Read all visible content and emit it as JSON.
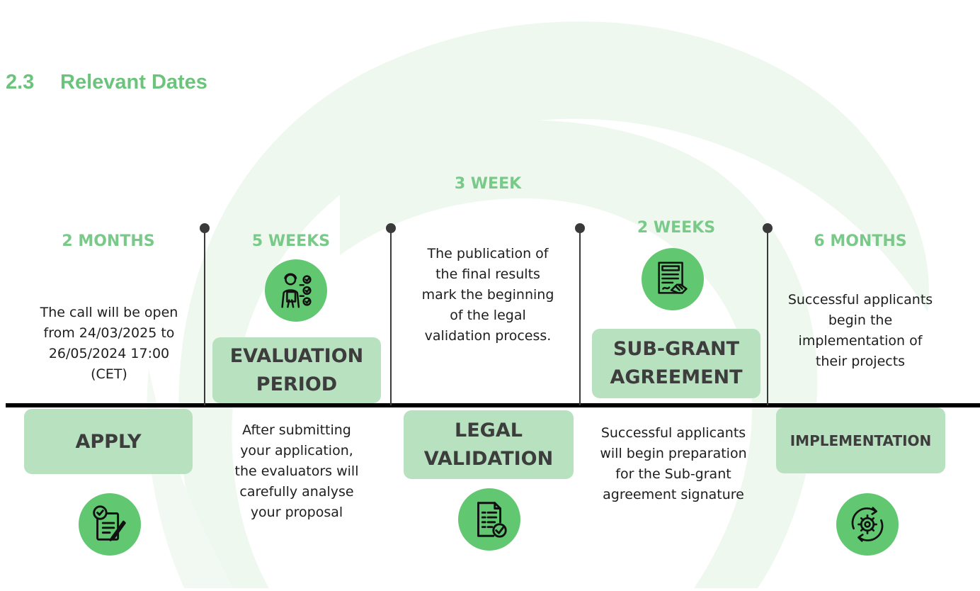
{
  "section": {
    "number": "2.3",
    "title": "Relevant Dates"
  },
  "colors": {
    "accent": "#6cc47c",
    "box": "#b8e2bf",
    "icon_bg": "#62c771",
    "axis": "#000000"
  },
  "phases": [
    {
      "duration": "2 MONTHS",
      "label_lines": [
        "APPLY"
      ],
      "description": [
        "The call will be open",
        "from 24/03/2025 to",
        "26/05/2024 17:00",
        "(CET)"
      ],
      "icon": "checklist-pencil-icon"
    },
    {
      "duration": "5 WEEKS",
      "label_lines": [
        "EVALUATION",
        "PERIOD"
      ],
      "description": [
        "After submitting",
        "your application,",
        "the evaluators will",
        "carefully analyse",
        "your proposal"
      ],
      "icon": "evaluator-checklist-icon"
    },
    {
      "duration": "3 WEEK",
      "label_lines": [
        "LEGAL",
        "VALIDATION"
      ],
      "description": [
        "The publication of",
        "the final results",
        "mark the beginning",
        "of the legal",
        "validation process."
      ],
      "icon": "document-check-icon"
    },
    {
      "duration": "2 WEEKS",
      "label_lines": [
        "SUB-GRANT",
        "AGREEMENT"
      ],
      "description": [
        "Successful applicants",
        "will begin preparation",
        "for the Sub-grant",
        "agreement signature"
      ],
      "icon": "contract-handshake-icon"
    },
    {
      "duration": "6 MONTHS",
      "label_lines": [
        "IMPLEMENTATION"
      ],
      "description": [
        "Successful applicants",
        "begin the",
        "implementation of",
        "their projects"
      ],
      "icon": "gear-cycle-icon"
    }
  ]
}
